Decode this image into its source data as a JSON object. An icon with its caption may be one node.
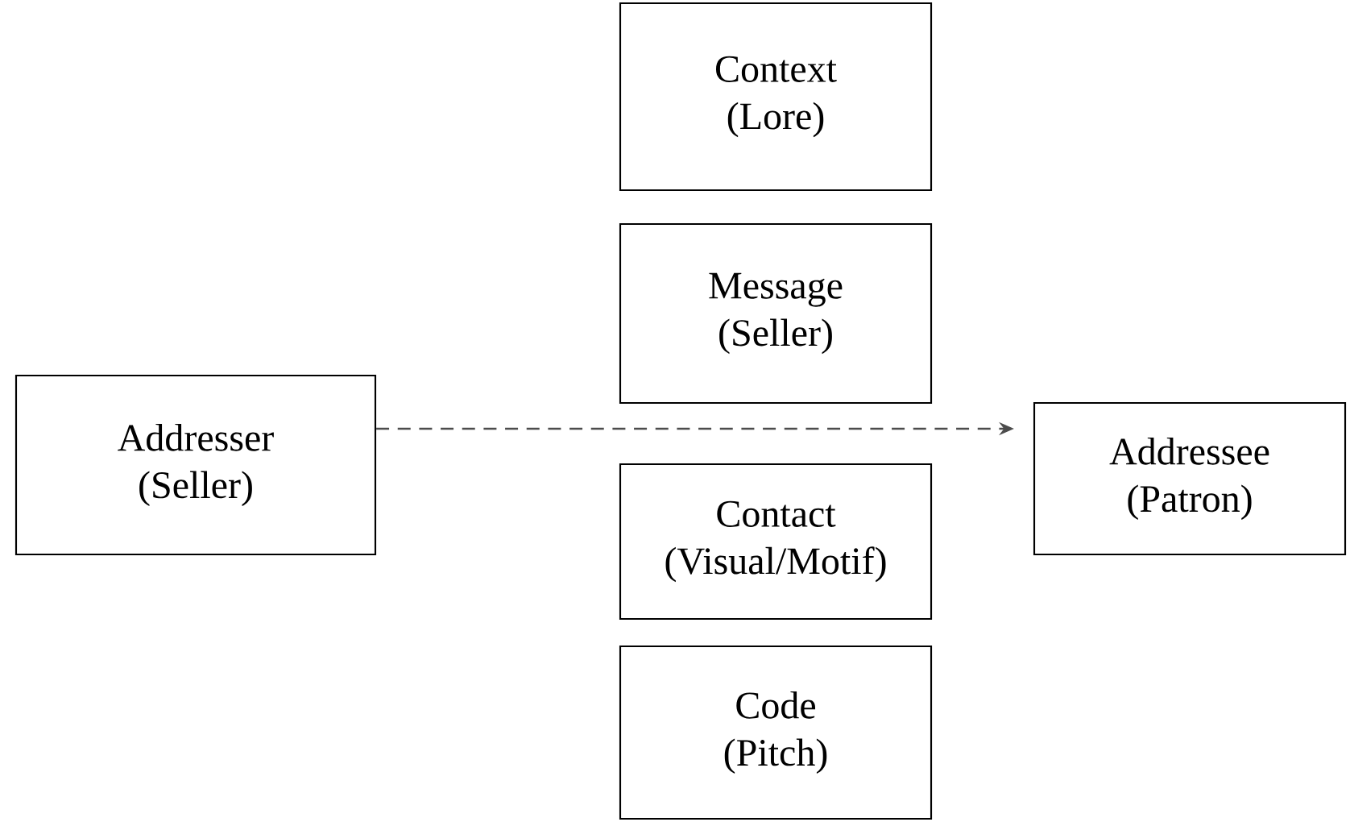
{
  "diagram": {
    "nodes": [
      {
        "text": [
          "Context",
          "(Lore)"
        ]
      },
      {
        "text": [
          "Message",
          "(Seller)"
        ]
      },
      {
        "text": [
          "Addresser",
          "(Seller)"
        ]
      },
      {
        "text": [
          "Addressee",
          "(Patron)"
        ]
      },
      {
        "text": [
          "Contact",
          "(Visual/Motif)"
        ]
      },
      {
        "text": [
          "Code",
          "(Pitch)"
        ]
      }
    ],
    "edges": [
      {
        "from": 2,
        "to": 3,
        "arrow": "to",
        "style": "dashed"
      }
    ]
  }
}
